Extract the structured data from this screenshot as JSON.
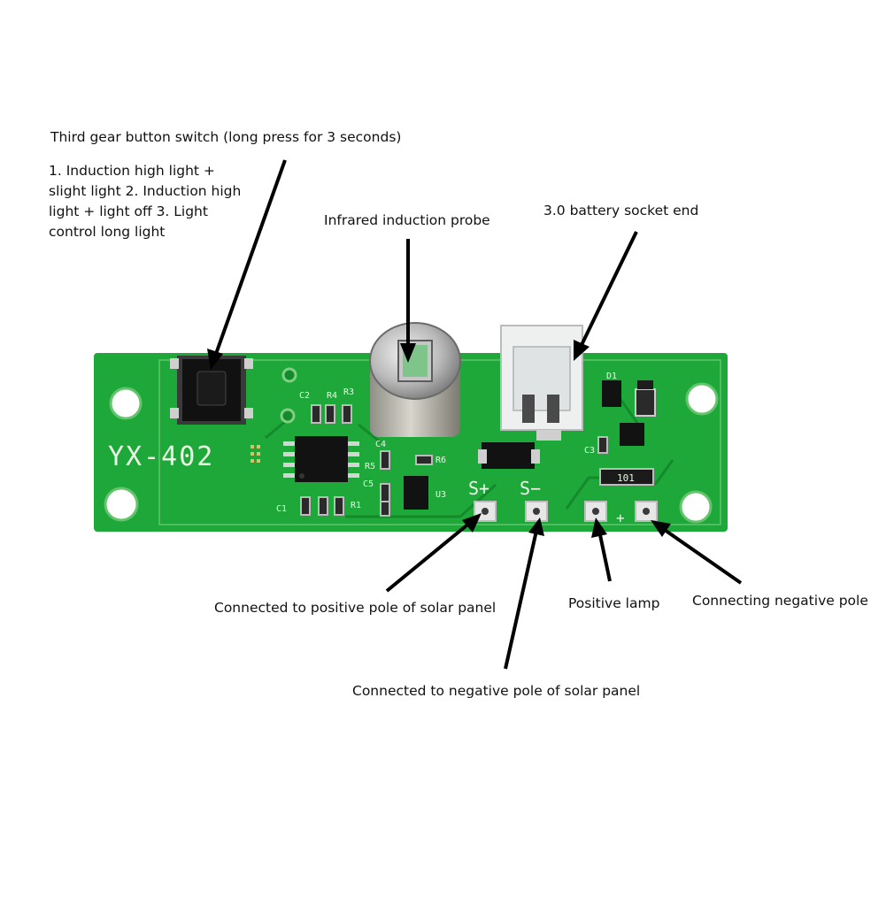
{
  "board": {
    "model": "YX-402",
    "pads": {
      "s_plus": "S+",
      "s_minus": "S−",
      "plus": "+"
    },
    "components": {
      "c2": "C2",
      "r4": "R4",
      "r3": "R3",
      "c1": "C1",
      "c4": "C4",
      "c5": "C5",
      "r1": "R1",
      "r5": "R5",
      "r6": "R6",
      "d1": "D1",
      "c3": "C3",
      "u3": "U3",
      "resistor_code": "101"
    },
    "colors": {
      "pcb": "#1fa83a",
      "pcb_dark": "#148a2c",
      "silk": "#e9f7e4"
    }
  },
  "annotations": {
    "switch_title": "Third gear button switch (long press for 3 seconds)",
    "switch_modes": "1. Induction high light + slight light 2. Induction high light + light off 3. Light control long light",
    "probe": "Infrared induction probe",
    "battery": "3.0 battery socket end",
    "solar_positive": "Connected to positive pole of solar panel",
    "solar_negative": "Connected to negative pole of solar panel",
    "lamp_positive": "Positive lamp",
    "negative_pole": "Connecting negative pole"
  }
}
